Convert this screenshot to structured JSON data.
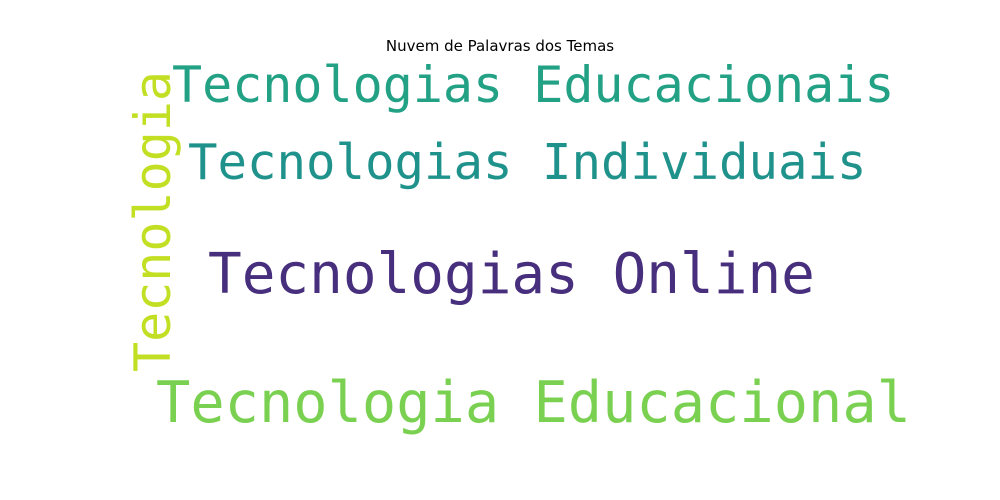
{
  "title": "Nuvem de Palavras dos Temas",
  "words": [
    {
      "text": "Tecnologias Educacionais",
      "color": "#22a185"
    },
    {
      "text": "Tecnologias Individuais",
      "color": "#20928c"
    },
    {
      "text": "Tecnologias Online",
      "color": "#472f7d"
    },
    {
      "text": "Tecnologia Educacional",
      "color": "#7ad151"
    },
    {
      "text": "Tecnologia",
      "color": "#c2df23"
    }
  ]
}
